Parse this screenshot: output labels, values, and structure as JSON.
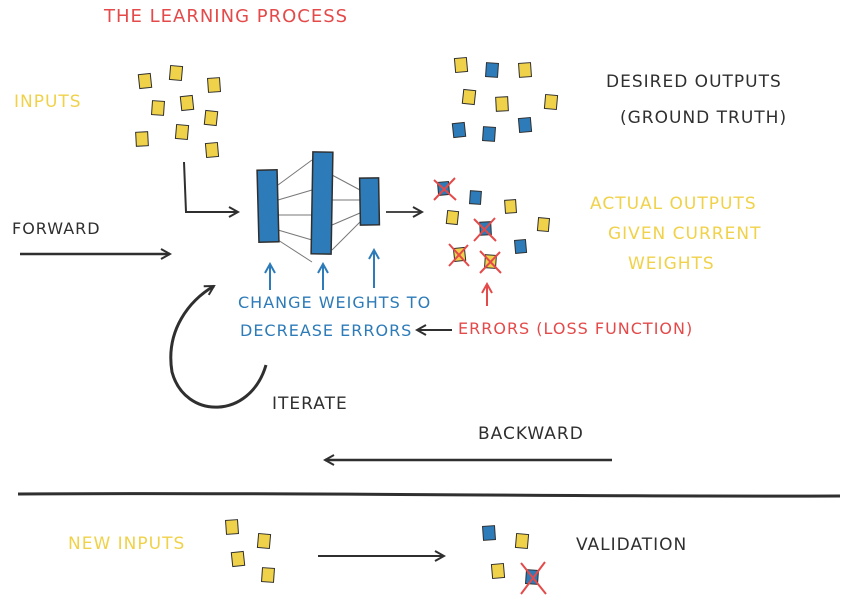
{
  "title": "The Learning Process",
  "labels": {
    "inputs": "Inputs",
    "desired_outputs": "Desired outputs",
    "ground_truth": "(ground truth)",
    "forward": "Forward",
    "actual_outputs_1": "Actual outputs",
    "actual_outputs_2": "given current",
    "actual_outputs_3": "weights",
    "change_weights_1": "Change weights to",
    "change_weights_2": "decrease errors",
    "errors": "Errors (loss function)",
    "iterate": "Iterate",
    "backward": "Backward",
    "new_inputs": "New inputs",
    "validation": "Validation"
  },
  "colors": {
    "yellow": "#f0d24a",
    "blue": "#2d7bb8",
    "red": "#e44a4a",
    "ink": "#2f2f2f"
  }
}
